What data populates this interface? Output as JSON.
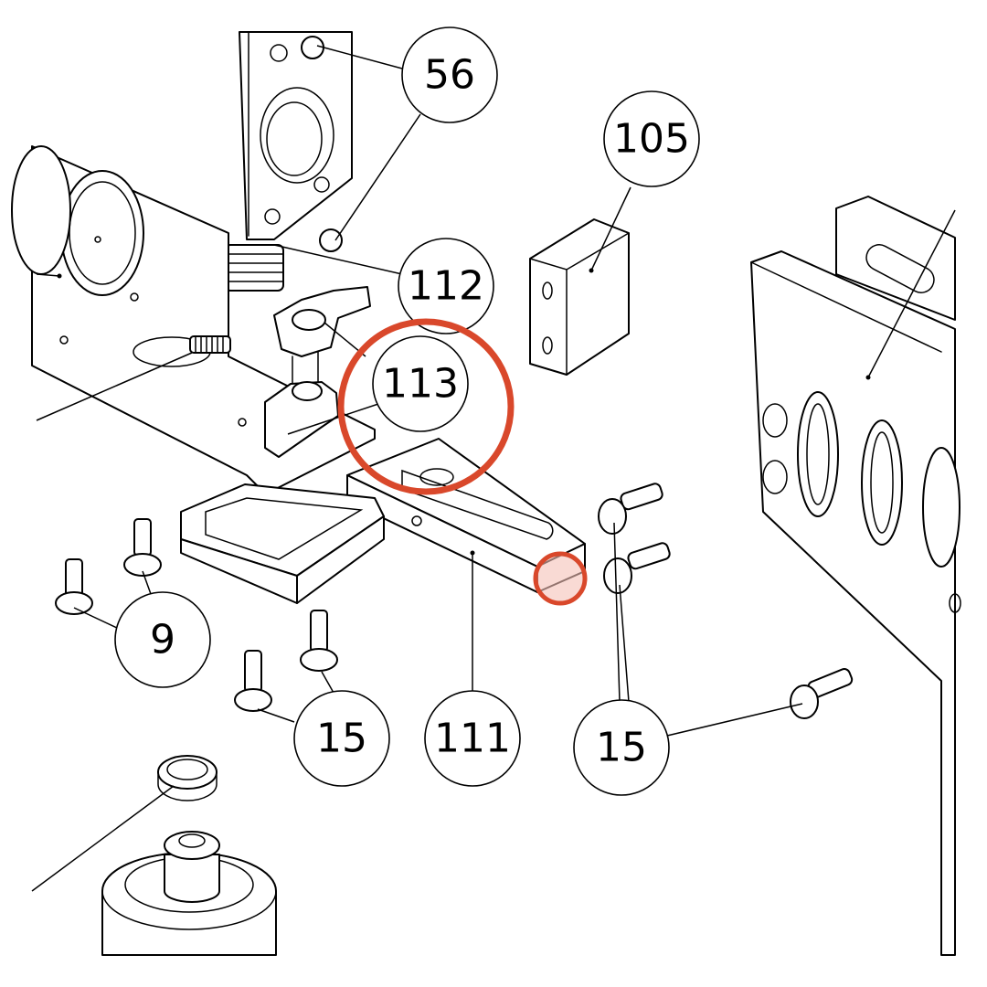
{
  "callouts": {
    "c56": "56",
    "c105": "105",
    "c112": "112",
    "c113": "113",
    "c9": "9",
    "c15a": "15",
    "c111": "111",
    "c15b": "15"
  },
  "highlight_color": "#d9482b",
  "highlight_fill": "#f5c2b8"
}
